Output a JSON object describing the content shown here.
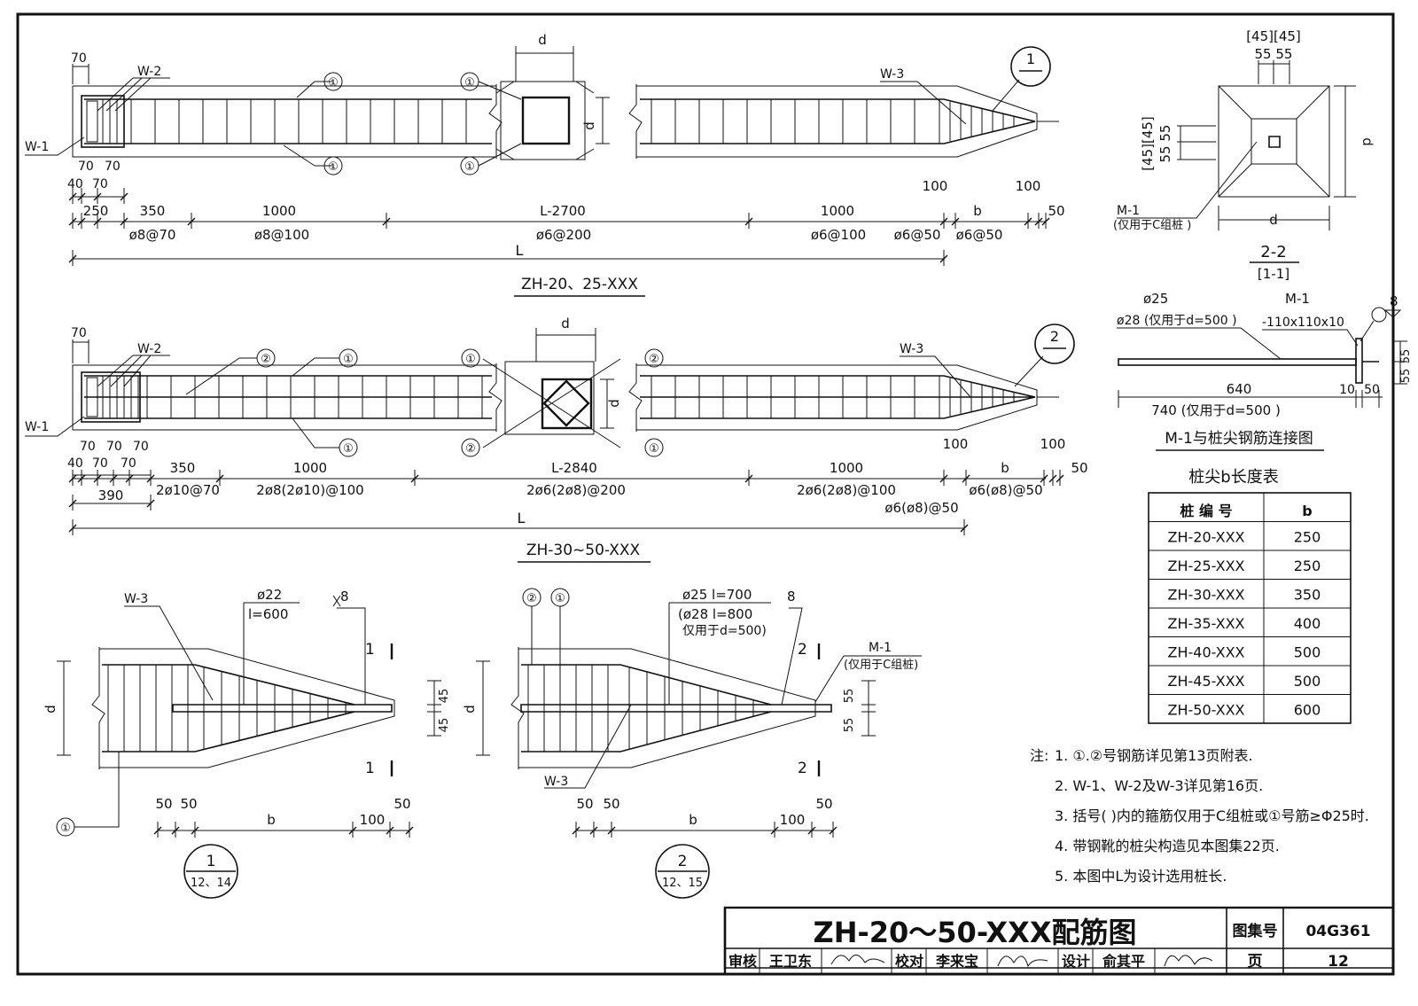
{
  "elevation1": {
    "title": "ZH-20、25-XXX",
    "ann": {
      "d70": "70",
      "w2": "W-2",
      "w1": "W-1",
      "w3": "W-3",
      "c1": "①",
      "d": "d"
    },
    "dims_row1": [
      "70",
      "70"
    ],
    "dims_row2": [
      "40",
      "70"
    ],
    "dims_main": [
      "250",
      "350",
      "1000",
      "L-2700",
      "1000",
      "100",
      "b",
      "100",
      "50"
    ],
    "spacing": [
      "ø8@70",
      "ø8@100",
      "ø6@200",
      "ø6@100",
      "ø6@50",
      "ø6@50"
    ],
    "L": "L",
    "section_mark": {
      "num": "1",
      "den": "—"
    }
  },
  "elevation2": {
    "title": "ZH-30~50-XXX",
    "ann": {
      "d70": "70",
      "w2": "W-2",
      "w1": "W-1",
      "w3": "W-3",
      "c1": "①",
      "c2": "②",
      "d": "d"
    },
    "dims_row1": [
      "70",
      "70",
      "70"
    ],
    "dims_row2": [
      "40",
      "70",
      "70"
    ],
    "dims_main": [
      "390",
      "350",
      "1000",
      "L-2840",
      "1000",
      "100",
      "b",
      "100",
      "50"
    ],
    "spacing": [
      "2ø10@70",
      "2ø8(2ø10)@100",
      "2ø6(2ø8)@200",
      "2ø6(2ø8)@100",
      "ø6(ø8)@50",
      "ø6(ø8)@50"
    ],
    "L": "L",
    "section_mark": {
      "num": "2",
      "den": "—"
    }
  },
  "section22": {
    "top_dims": [
      "[45][45]",
      "55 55"
    ],
    "side_dims": [
      "[45][45]",
      "55 55"
    ],
    "d": "d",
    "m1": "M-1",
    "m1_note": "(仅用于C组桩 )",
    "title": "2-2",
    "subtitle": "[1-1]"
  },
  "m1_detail": {
    "l1": "ø25",
    "l2": "ø28 (仅用于d=500 )",
    "m1": "M-1",
    "plate": "-110x110x10",
    "weld": "8",
    "dims": [
      "640",
      "10",
      "50"
    ],
    "side": [
      "55",
      "55"
    ],
    "total": "740 (仅用于d=500 )",
    "caption": "M-1与桩尖钢筋连接图"
  },
  "table": {
    "caption": "桩尖b长度表",
    "headers": [
      "桩 编 号",
      "b"
    ],
    "rows": [
      [
        "ZH-20-XXX",
        "250"
      ],
      [
        "ZH-25-XXX",
        "250"
      ],
      [
        "ZH-30-XXX",
        "350"
      ],
      [
        "ZH-35-XXX",
        "400"
      ],
      [
        "ZH-40-XXX",
        "500"
      ],
      [
        "ZH-45-XXX",
        "500"
      ],
      [
        "ZH-50-XXX",
        "600"
      ]
    ]
  },
  "detail1": {
    "w3": "W-3",
    "bar": "ø22",
    "len": "l=600",
    "weld": "8",
    "cut": "1",
    "dims": [
      "50",
      "50",
      "b",
      "100",
      "50"
    ],
    "side": [
      "45",
      "45"
    ],
    "d": "d",
    "c1": "①",
    "mark": {
      "num": "1",
      "den": "12、14"
    }
  },
  "detail2": {
    "c2": "②",
    "c1": "①",
    "bar1": "ø25 l=700",
    "bar2": "(ø28 l=800",
    "bar3": "仅用于d=500)",
    "weld": "8",
    "m1": "M-1",
    "m1_note": "(仅用于C组桩)",
    "cut": "2",
    "w3": "W-3",
    "dims": [
      "50",
      "50",
      "b",
      "100",
      "50"
    ],
    "side": [
      "55",
      "55"
    ],
    "d": "d",
    "mark": {
      "num": "2",
      "den": "12、15"
    }
  },
  "notes": {
    "label": "注:",
    "items": [
      "1. ①.②号钢筋详见第13页附表.",
      "2. W-1、W-2及W-3详见第16页.",
      "3. 括号( )内的箍筋仅用于C组桩或①号筋≥Φ25时.",
      "4. 带钢靴的桩尖构造见本图集22页.",
      "5. 本图中L为设计选用桩长."
    ]
  },
  "titleblock": {
    "title": "ZH-20～50-XXX配筋图",
    "atlas_label": "图集号",
    "atlas_no": "04G361",
    "page_label": "页",
    "page_no": "12",
    "review_label": "审核",
    "reviewer": "王卫东",
    "check_label": "校对",
    "checker": "李来宝",
    "design_label": "设计",
    "designer": "俞其平"
  }
}
